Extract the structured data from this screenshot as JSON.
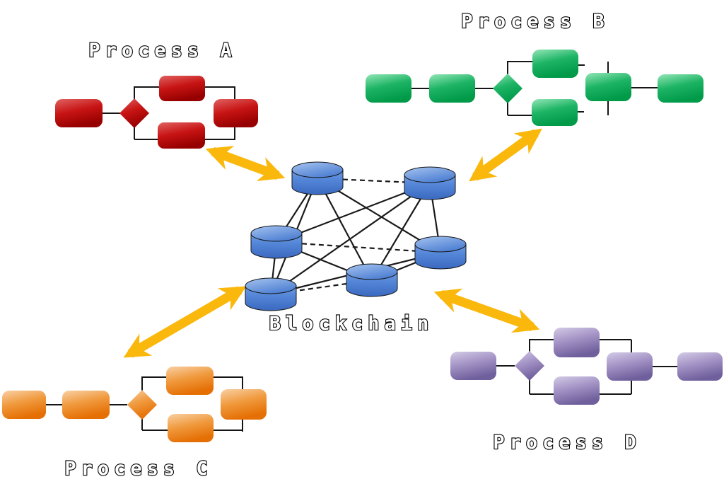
{
  "center": {
    "label": "Blockchain",
    "node_count": 6,
    "node_color": "#4a7dd3",
    "link_color": "#1a1a1a"
  },
  "processes": [
    {
      "id": "A",
      "label": "Process A",
      "color": "#c81414"
    },
    {
      "id": "B",
      "label": "Process B",
      "color": "#1db465"
    },
    {
      "id": "C",
      "label": "Process C",
      "color": "#f09a3e"
    },
    {
      "id": "D",
      "label": "Process D",
      "color": "#8a77b4"
    }
  ],
  "arrows": {
    "color": "#fab80d",
    "count": 4
  }
}
